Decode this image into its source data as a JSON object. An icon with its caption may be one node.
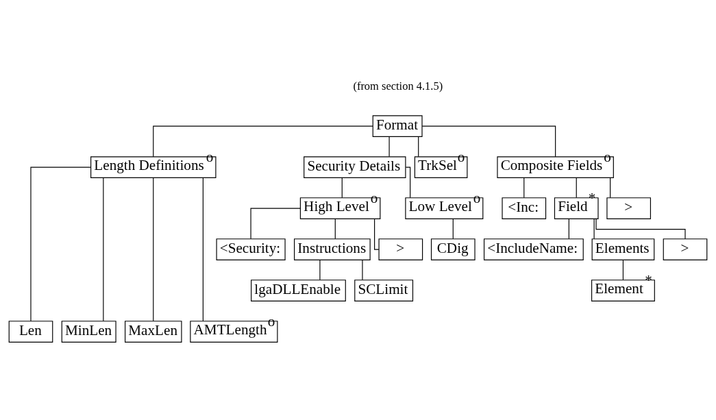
{
  "diagram": {
    "nodes": [
      {
        "text": [
          "Format"
        ],
        "beside": [
          "(from section 4.1.5)"
        ]
      },
      {
        "text": [
          "Length Definitions$^{o}$"
        ]
      },
      {
        "text": [
          "Security Details"
        ]
      },
      {
        "text": [
          "TrkSel$^{o}$"
        ]
      },
      {
        "text": [
          "Composite Fields$^{o}$"
        ]
      },
      {
        "text": [
          "High Level$^{o}$"
        ]
      },
      {
        "text": [
          "Low Level$^{o}$"
        ]
      },
      {
        "text": [
          "<Security:"
        ]
      },
      {
        "text": [
          "Instructions"
        ]
      },
      {
        "text": [
          ">"
        ]
      },
      {
        "text": [
          "CDig"
        ]
      },
      {
        "text": [
          "lgaDLLEnable"
        ]
      },
      {
        "text": [
          "SCLimit"
        ]
      },
      {
        "text": [
          "<Inc:"
        ]
      },
      {
        "text": [
          "Field$^{*}$"
        ]
      },
      {
        "text": [
          ">"
        ]
      },
      {
        "text": [
          "<IncludeName:"
        ]
      },
      {
        "text": [
          "Elements"
        ]
      },
      {
        "text": [
          ">"
        ]
      },
      {
        "text": [
          "Element$^{*}$"
        ]
      },
      {
        "text": [
          "Len"
        ]
      },
      {
        "text": [
          "MinLen"
        ]
      },
      {
        "text": [
          "MaxLen"
        ]
      },
      {
        "text": [
          "AMTLength$^{o}$"
        ]
      }
    ],
    "edges": [
      {
        "from": 0,
        "to": 1,
        "arrow": "none"
      },
      {
        "from": 0,
        "to": 2,
        "arrow": "none"
      },
      {
        "from": 0,
        "to": 3,
        "arrow": "none"
      },
      {
        "from": 0,
        "to": 4,
        "arrow": "none"
      },
      {
        "from": 2,
        "to": 5,
        "arrow": "none"
      },
      {
        "from": 2,
        "to": 6,
        "arrow": "none"
      },
      {
        "from": 5,
        "to": 7,
        "arrow": "none"
      },
      {
        "from": 5,
        "to": 8,
        "arrow": "none"
      },
      {
        "from": 5,
        "to": 9,
        "arrow": "none"
      },
      {
        "from": 6,
        "to": 10,
        "arrow": "none"
      },
      {
        "from": 8,
        "to": 11,
        "arrow": "none"
      },
      {
        "from": 8,
        "to": 12,
        "arrow": "none"
      },
      {
        "from": 4,
        "to": 13,
        "arrow": "none"
      },
      {
        "from": 4,
        "to": 14,
        "arrow": "none"
      },
      {
        "from": 4,
        "to": 15,
        "arrow": "none"
      },
      {
        "from": 14,
        "to": 16,
        "arrow": "none"
      },
      {
        "from": 14,
        "to": 17,
        "arrow": "none"
      },
      {
        "from": 14,
        "to": 18,
        "arrow": "none"
      },
      {
        "from": 17,
        "to": 19,
        "arrow": "none"
      },
      {
        "from": 1,
        "to": 20,
        "arrow": "none"
      },
      {
        "from": 1,
        "to": 21,
        "arrow": "none"
      },
      {
        "from": 1,
        "to": 22,
        "arrow": "none"
      },
      {
        "from": 1,
        "to": 23,
        "arrow": "none"
      }
    ]
  }
}
